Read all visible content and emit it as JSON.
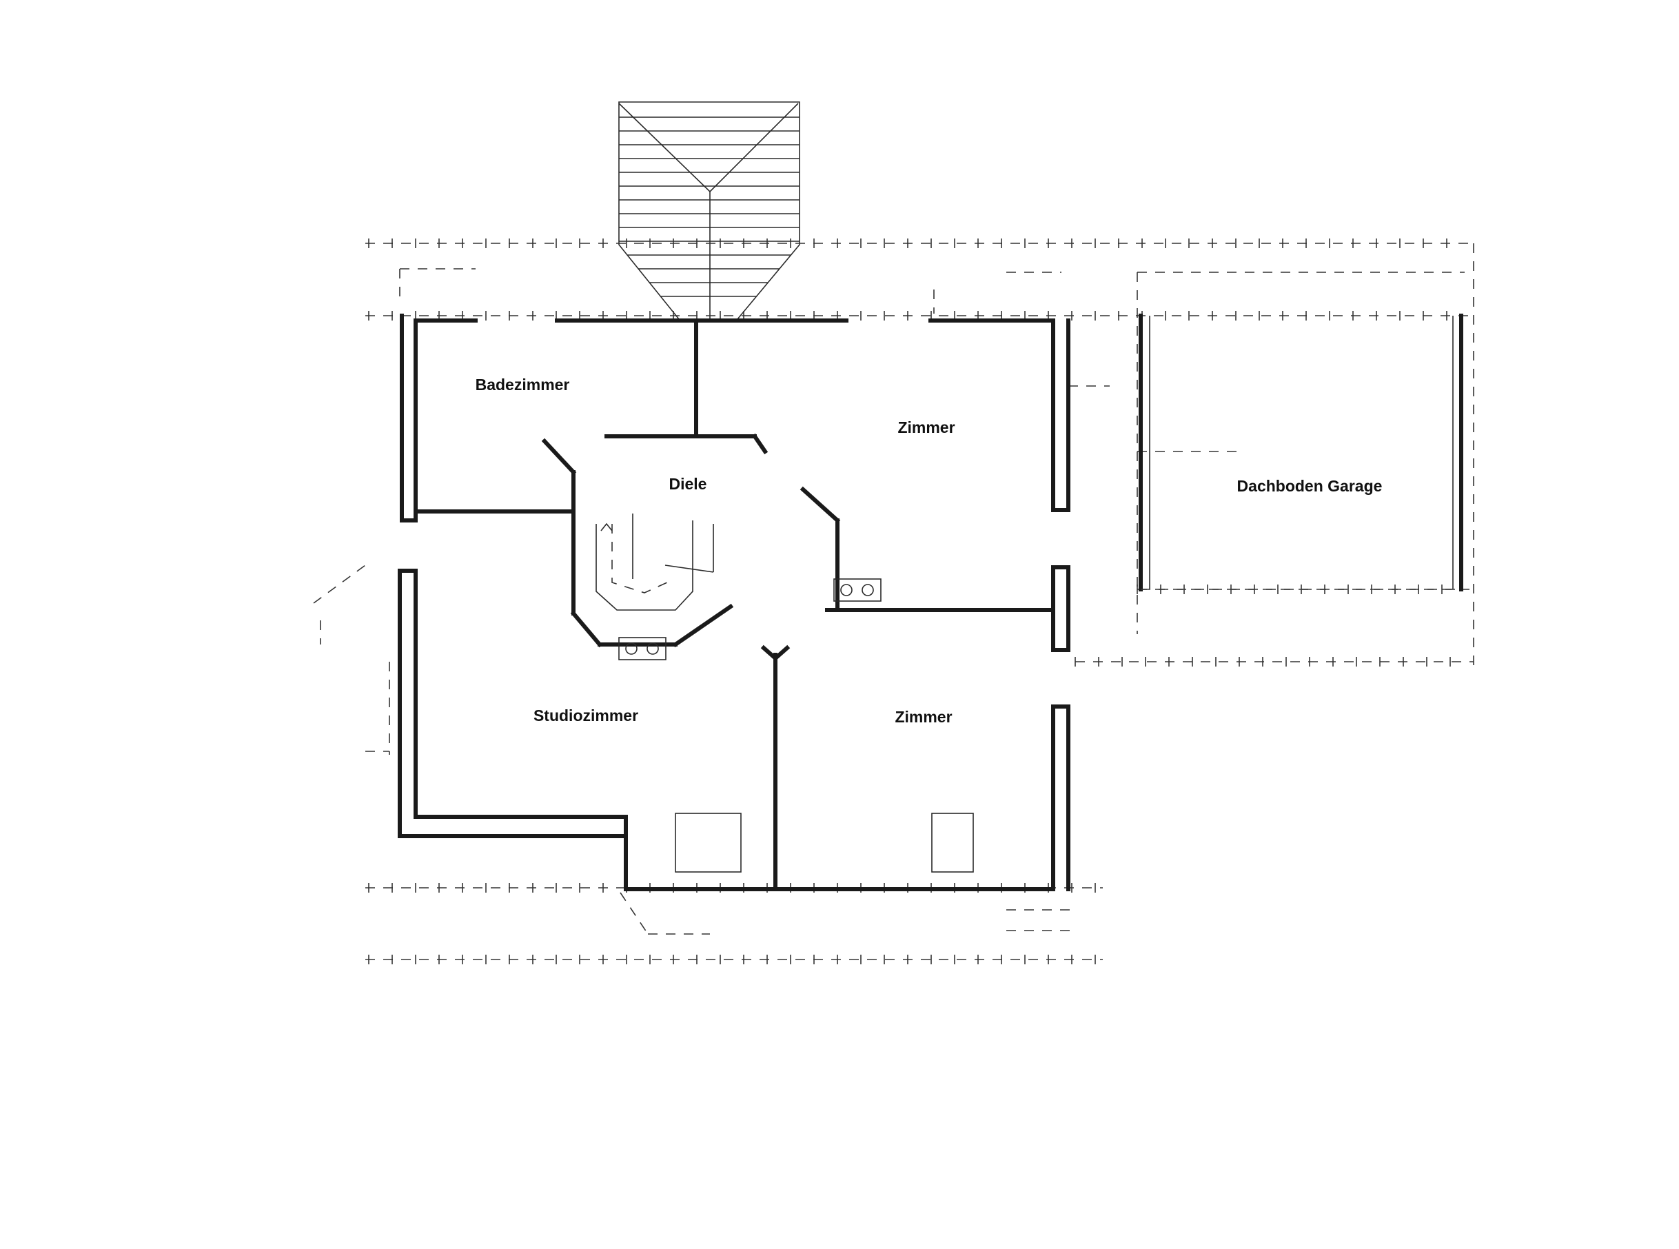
{
  "rooms": {
    "bathroom": "Badezimmer",
    "room_north": "Zimmer",
    "hall": "Diele",
    "garage_attic": "Dachboden Garage",
    "studio": "Studiozimmer",
    "room_south": "Zimmer"
  },
  "icons": {
    "chimney": "chimney-icon",
    "staircase": "staircase-icon",
    "roof_window": "roof-window-icon"
  }
}
